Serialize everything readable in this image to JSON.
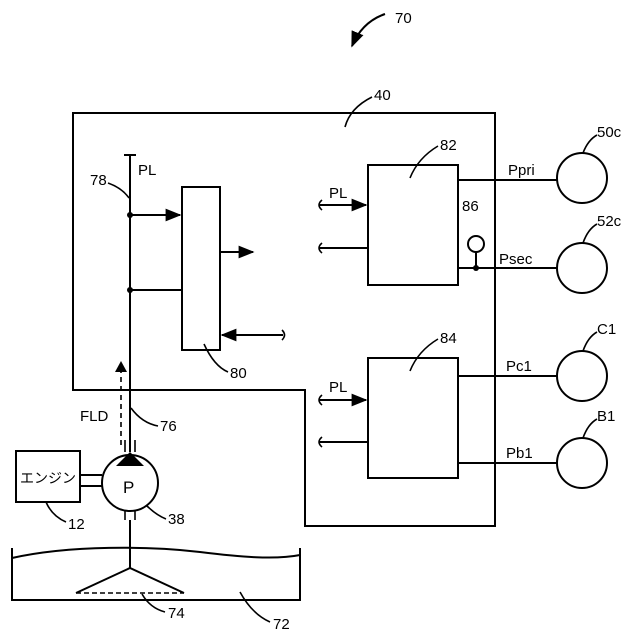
{
  "labels": {
    "system": "70",
    "controller": "40",
    "valve_80": "80",
    "valve_82": "82",
    "valve_84": "84",
    "sensor": "86",
    "pump": "38",
    "pump_symbol": "P",
    "engine": "12",
    "engine_text": "エンジン",
    "line": "78",
    "line_pl": "PL",
    "pl_82": "PL",
    "pl_84": "PL",
    "fld": "FLD",
    "discharge": "76",
    "strainer": "74",
    "tank": "72",
    "ppri": "Ppri",
    "psec": "Psec",
    "pc1": "Pc1",
    "pb1": "Pb1",
    "act_50c": "50c",
    "act_52c": "52c",
    "act_c1": "C1",
    "act_b1": "B1"
  }
}
